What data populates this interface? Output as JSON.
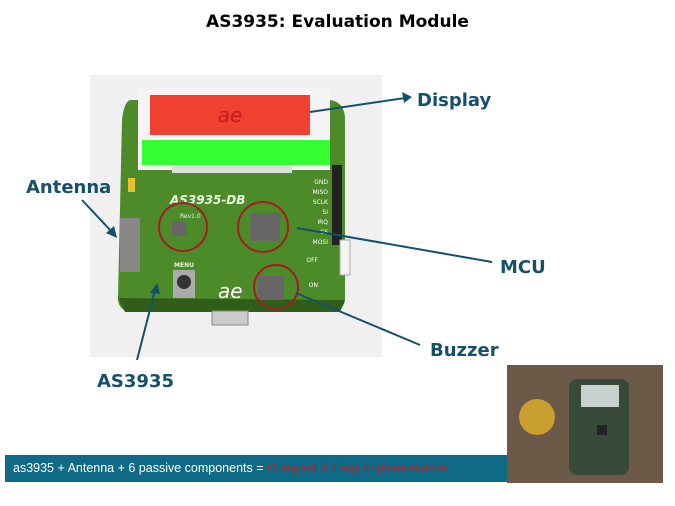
{
  "slide": {
    "title": "AS3935: Evaluation Module"
  },
  "callouts": {
    "display": "Display",
    "antenna": "Antenna",
    "mcu": "MCU",
    "buzzer": "Buzzer",
    "as3935": "AS3935"
  },
  "board": {
    "name": "AS3935-DB",
    "rev": "Rev1.0",
    "logo": "ae",
    "menu": "MENU",
    "pins": [
      "GND",
      "MISO",
      "SCLK",
      "SI",
      "IRQ",
      "CS",
      "MOSI"
    ],
    "switch_off": "OFF",
    "switch_on": "ON"
  },
  "banner": {
    "text": "as3935 + Antenna + 6 passive components = ",
    "highlight": "Compact & Easy implementation",
    "background": "#0f6a85",
    "highlight_color": "#b3202a"
  }
}
